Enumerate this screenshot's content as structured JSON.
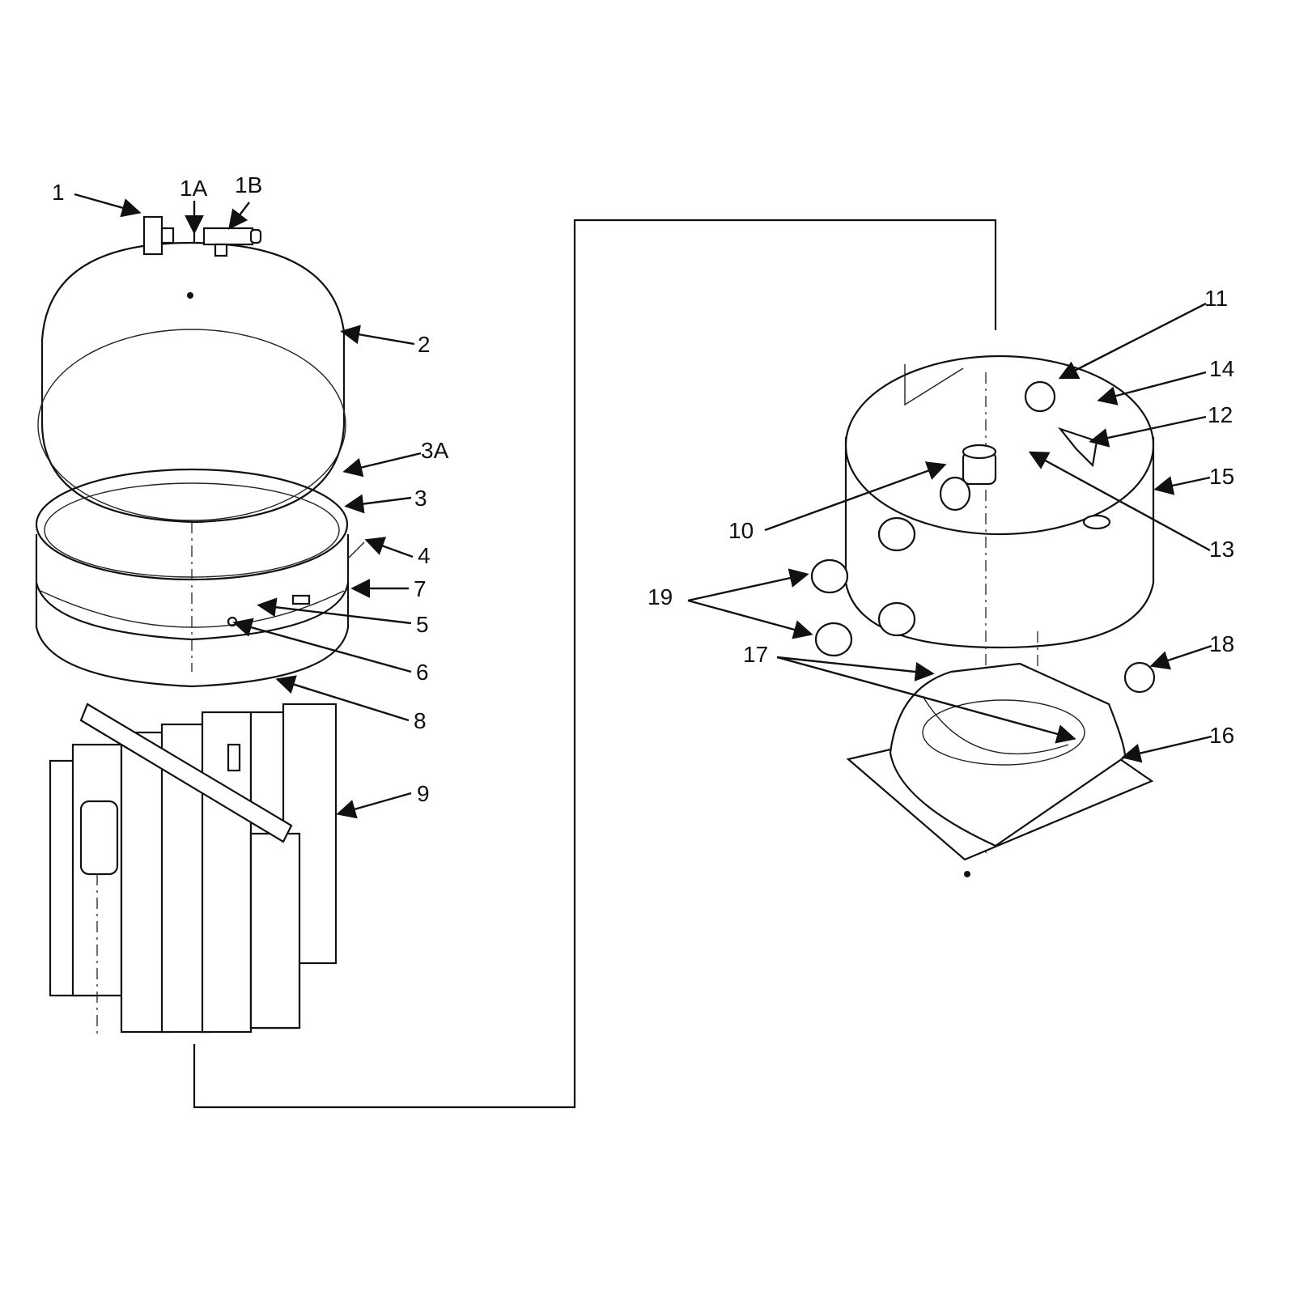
{
  "callouts": {
    "c1": "1",
    "c1a": "1A",
    "c1b": "1B",
    "c2": "2",
    "c3a": "3A",
    "c3": "3",
    "c4": "4",
    "c7": "7",
    "c5": "5",
    "c6": "6",
    "c8": "8",
    "c9": "9",
    "c11": "11",
    "c14": "14",
    "c12": "12",
    "c15": "15",
    "c10": "10",
    "c13": "13",
    "c19": "19",
    "c18": "18",
    "c17": "17",
    "c16": "16"
  }
}
